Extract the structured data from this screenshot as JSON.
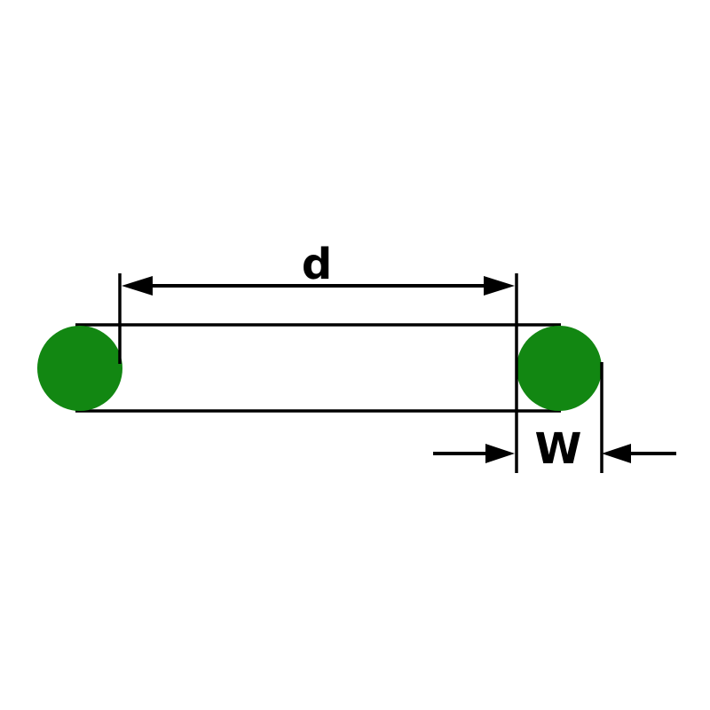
{
  "diagram": {
    "type": "o-ring-dimension-diagram",
    "labels": {
      "inner_diameter": "d",
      "cross_section_width": "W"
    },
    "colors": {
      "ring_fill": "#128712",
      "line": "#000000",
      "background": "#ffffff"
    }
  }
}
